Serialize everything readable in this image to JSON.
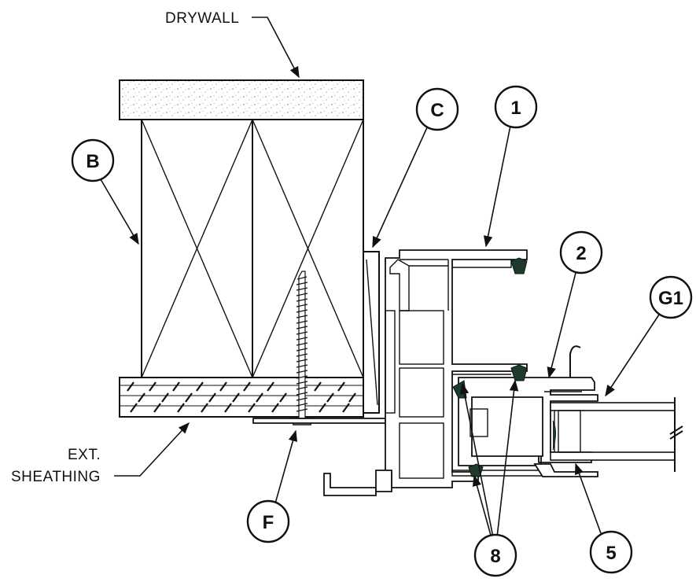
{
  "labels": {
    "drywall": "DRYWALL",
    "ext_sheathing_line1": "EXT.",
    "ext_sheathing_line2": "SHEATHING"
  },
  "callouts": {
    "b": "B",
    "c": "C",
    "one": "1",
    "two": "2",
    "g1": "G1",
    "f": "F",
    "eight": "8",
    "five": "5"
  },
  "colors": {
    "line": "#111111",
    "gasket": "#1d3a2a",
    "background": "#ffffff"
  }
}
